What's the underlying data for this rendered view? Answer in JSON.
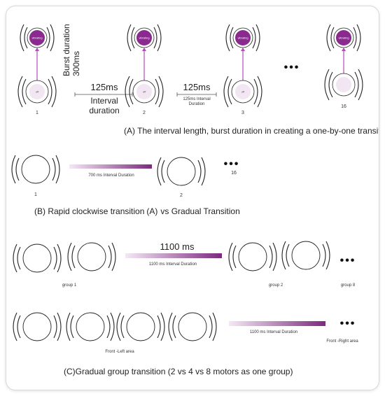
{
  "sectionA": {
    "caption": "(A) The interval length, burst duration in creating a one-by-one transition",
    "burst_label_1": "Burst duration",
    "burst_label_2": "300ms",
    "interval1_value": "125ms",
    "interval1_label_1": "Interval",
    "interval1_label_2": "duration",
    "interval2_value": "125ms",
    "interval2_label_1": "125ms Interval",
    "interval2_label_2": "Duration",
    "vibrating_text": "vibrating",
    "off_text": "off",
    "motor_numbers": [
      "1",
      "2",
      "3",
      "16"
    ],
    "ellipsis": "•••"
  },
  "sectionB": {
    "caption_main": "(B) Rapid clockwise transition",
    "caption_a": "(A)",
    "caption_rest": "vs Gradual Transition",
    "interval_label": "700 ms Interval Duration",
    "motor_numbers": [
      "1",
      "2",
      "16"
    ],
    "ellipsis": "•••"
  },
  "sectionC": {
    "big_value": "1100 ms",
    "interval_label": "1100 ms Interval Duration",
    "group_labels": [
      "group 1",
      "group 2",
      "group 8"
    ],
    "interval_label_2": "1100 ms Interval Duration",
    "area_labels": [
      "Front -Left area",
      "Front -Right area"
    ],
    "caption": "(C)Gradual group transition (2 vs 4 vs 8 motors as one group)",
    "ellipsis": "•••"
  },
  "colors": {
    "vibrating": "#8a2a8f",
    "off_fill": "#f1e6f2",
    "arrow": "#b04fb3",
    "gradient_end": "#7b2a7e",
    "gradient_start": "#f4e8f5"
  }
}
